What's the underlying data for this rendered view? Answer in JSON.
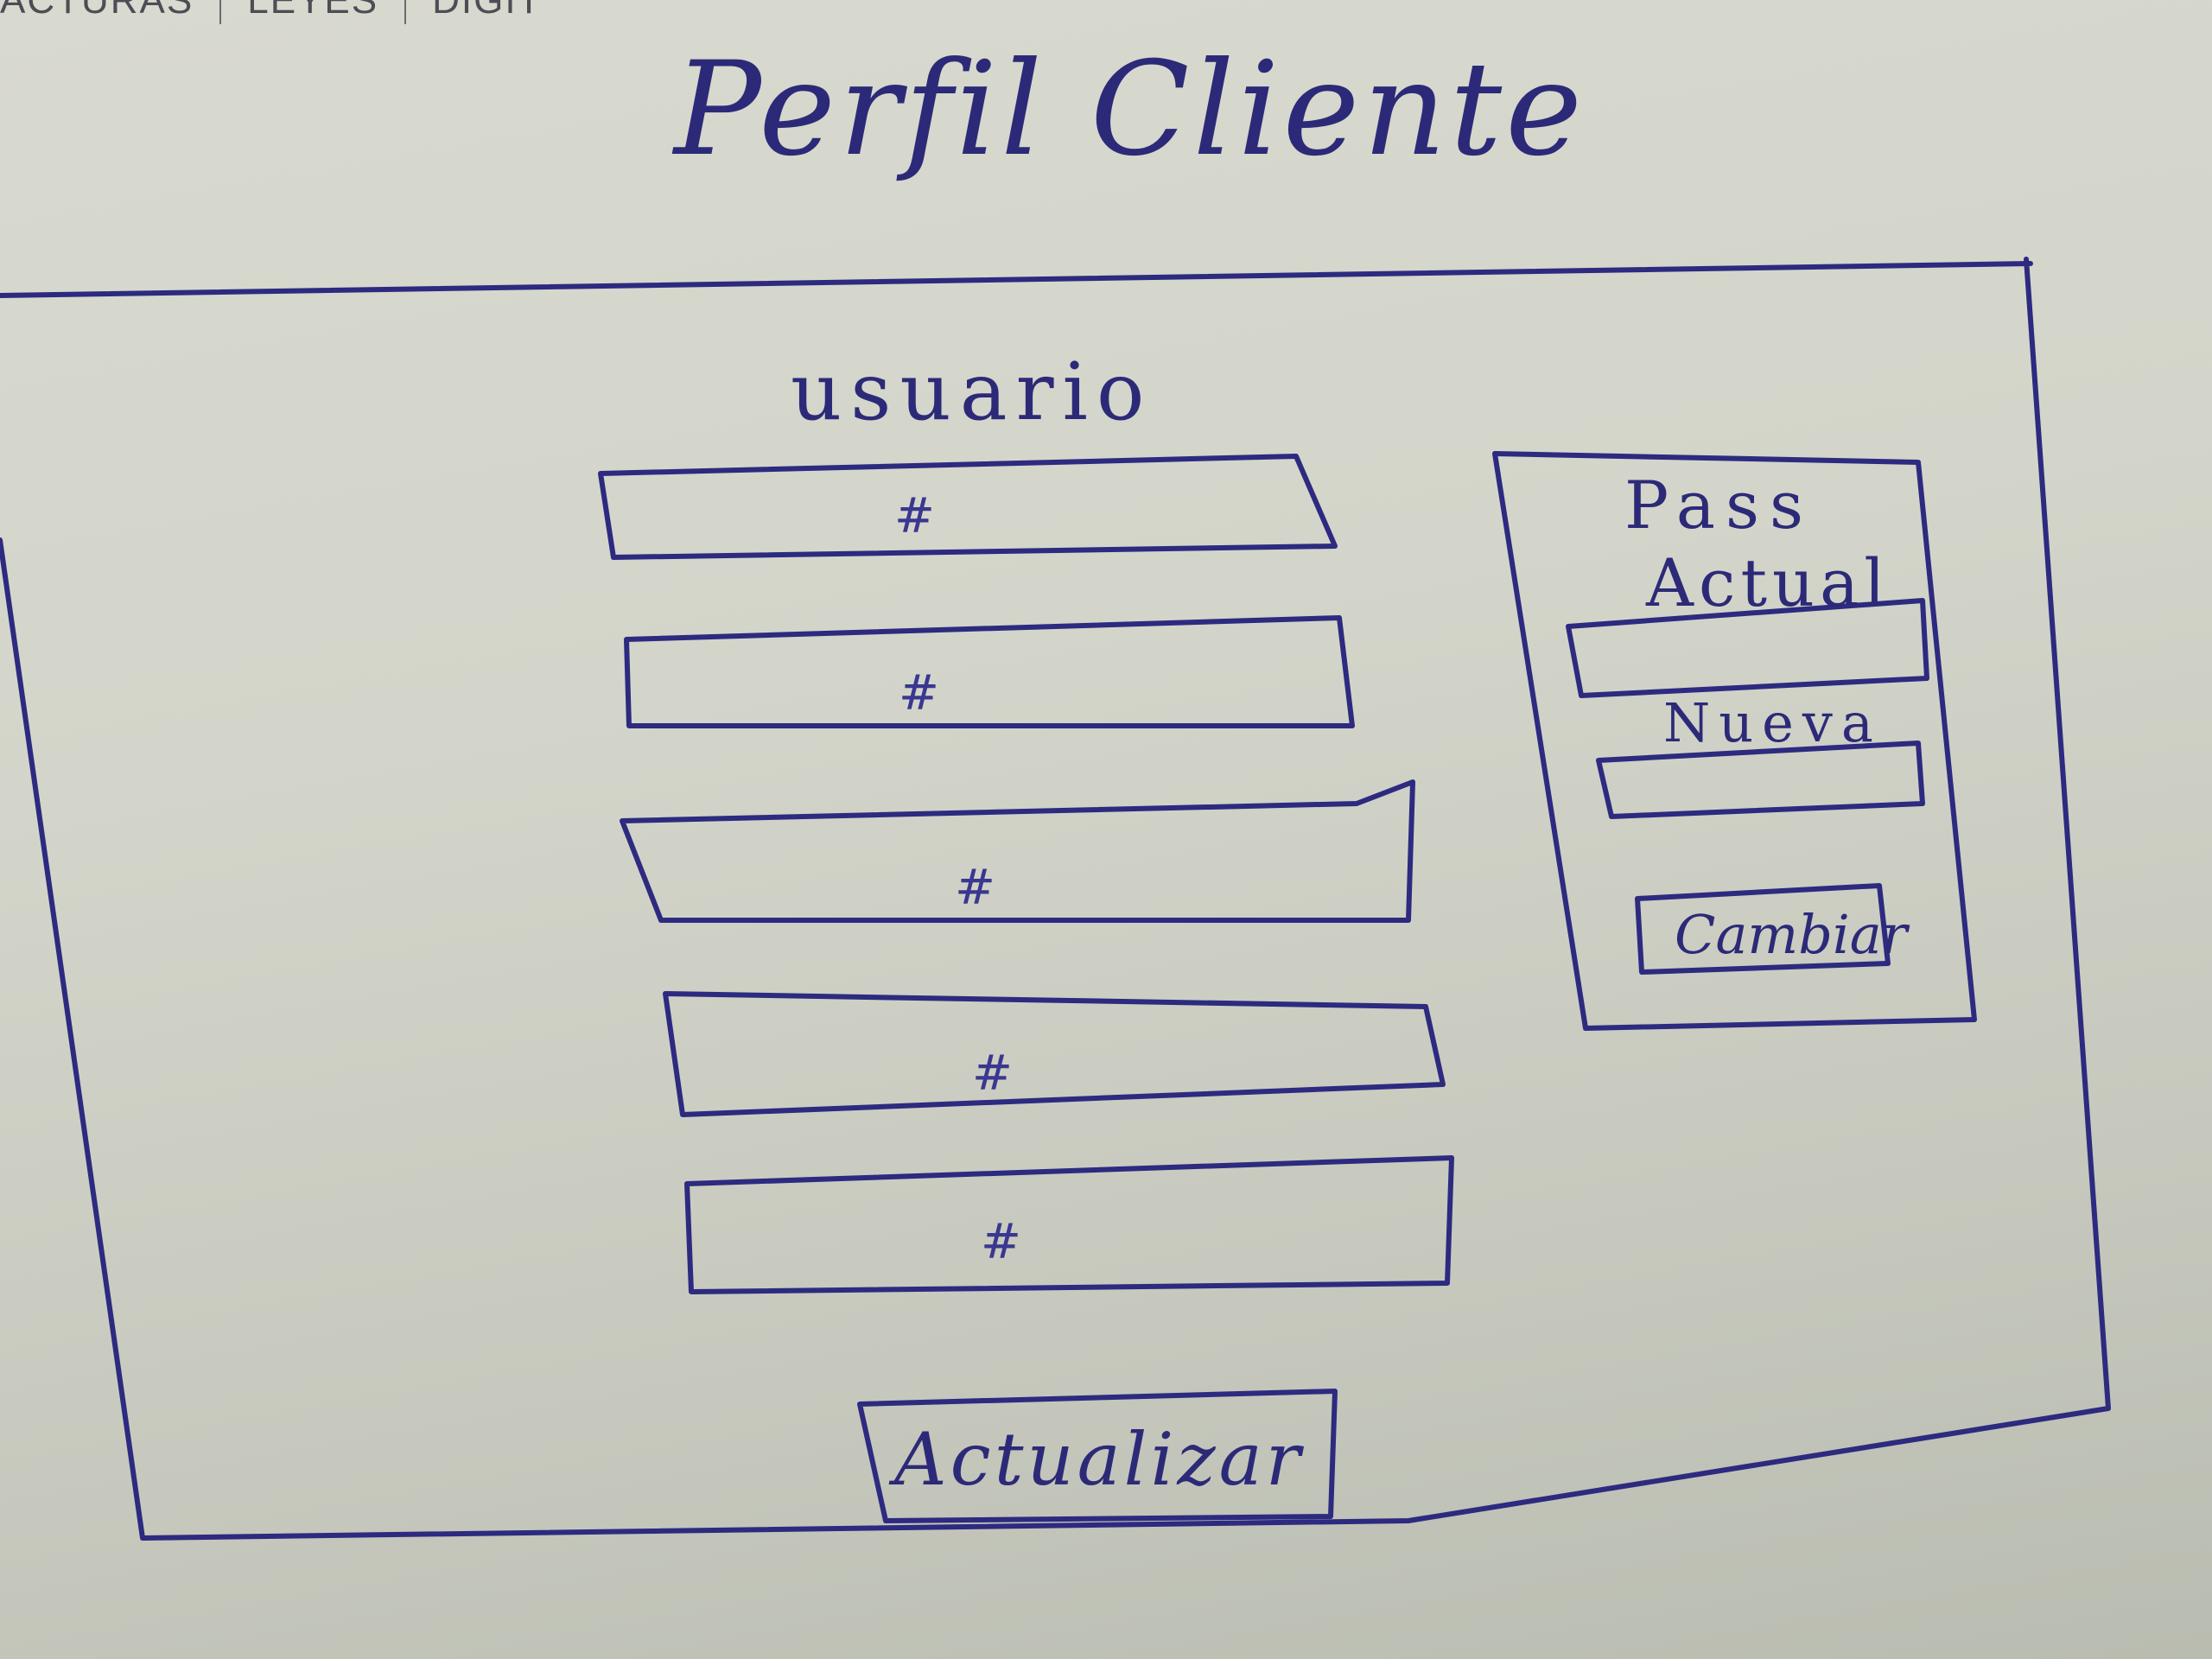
{
  "top_nav": {
    "items": [
      "ACTURAS",
      "LEYES",
      "DIGIT"
    ]
  },
  "page": {
    "title": "Perfil Cliente"
  },
  "user_section": {
    "heading": "usuario",
    "fields": [
      {
        "marker": "#"
      },
      {
        "marker": "#"
      },
      {
        "marker": "#"
      },
      {
        "marker": "#"
      },
      {
        "marker": "#"
      }
    ],
    "update_button": "Actualizar"
  },
  "password_panel": {
    "heading_line1": "Pass",
    "heading_line2": "Actual",
    "new_label": "Nueva",
    "change_button": "Cambiar"
  },
  "colors": {
    "ink": "#2d2a80",
    "paper": "#d3d5ca"
  }
}
